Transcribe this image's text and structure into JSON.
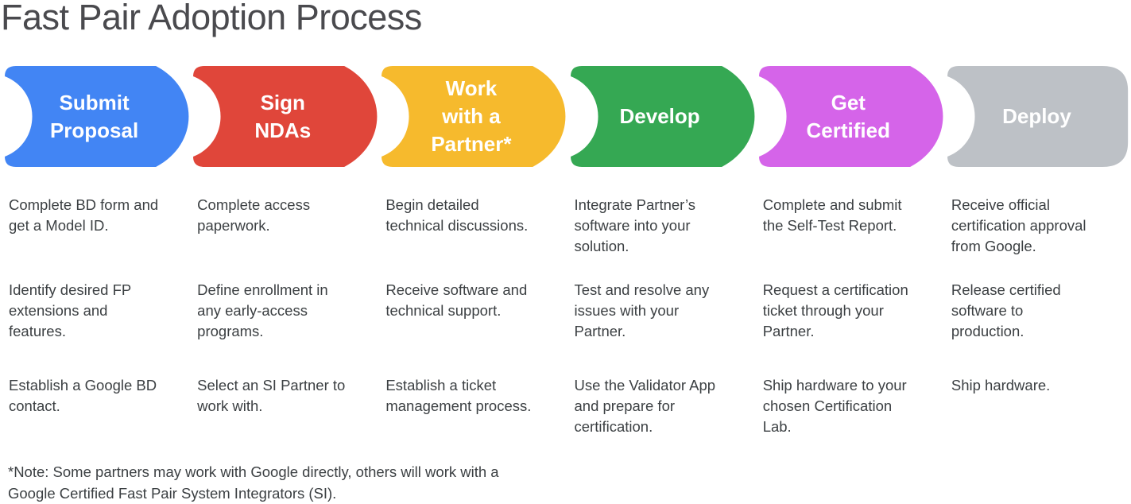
{
  "title": "Fast Pair Adoption Process",
  "note": "*Note: Some partners may work with Google directly, others will work with a\nGoogle Certified Fast Pair System Integrators (SI).",
  "text_color": "#3c4043",
  "title_color": "#4a4a4e",
  "stages": [
    {
      "label": "Submit\nProposal",
      "color": "#4285F4",
      "steps": [
        "Complete BD form and\nget a Model ID.",
        "Identify desired FP\nextensions and\nfeatures.",
        "Establish a Google BD\ncontact."
      ]
    },
    {
      "label": "Sign\nNDAs",
      "color": "#E0463A",
      "steps": [
        "Complete access\npaperwork.",
        "Define enrollment in\nany early-access\nprograms.",
        "Select an SI Partner to\nwork with."
      ]
    },
    {
      "label": "Work\nwith a\nPartner*",
      "color": "#F6BA2D",
      "steps": [
        "Begin detailed\ntechnical discussions.",
        "Receive software and\ntechnical support.",
        "Establish a ticket\nmanagement process."
      ]
    },
    {
      "label": "Develop",
      "color": "#35A853",
      "steps": [
        "Integrate Partner’s\nsoftware into your\nsolution.",
        "Test and resolve any\nissues with your\nPartner.",
        "Use the Validator App\nand prepare for\ncertification."
      ]
    },
    {
      "label": "Get\nCertified",
      "color": "#D564E9",
      "steps": [
        "Complete and submit\nthe Self-Test Report.",
        "Request a certification\nticket through your\nPartner.",
        "Ship hardware to your\nchosen Certification\nLab."
      ]
    },
    {
      "label": "Deploy",
      "color": "#BDC1C6",
      "steps": [
        "Receive official\ncertification approval\nfrom Google.",
        "Release certified\nsoftware to\nproduction.",
        "Ship hardware."
      ]
    }
  ]
}
